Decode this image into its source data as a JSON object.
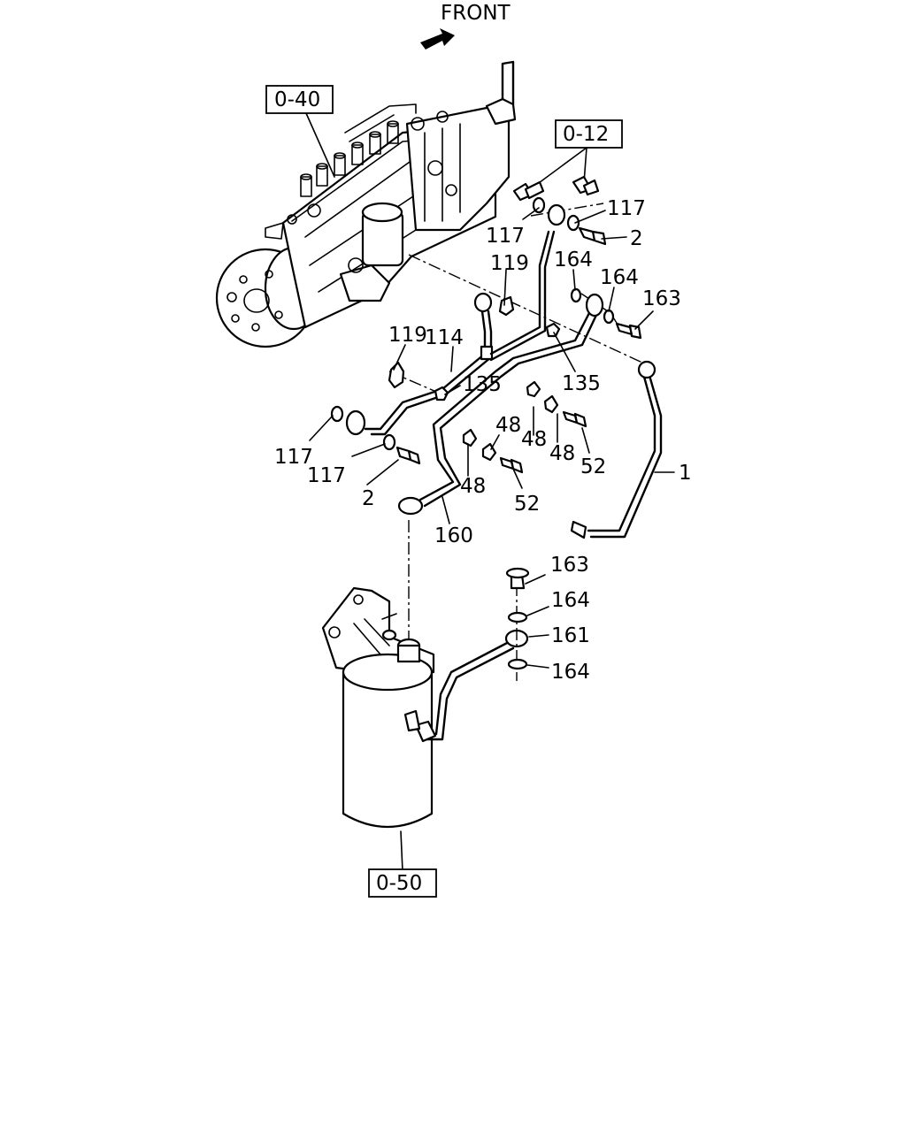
{
  "orientation_label": "FRONT",
  "ref_boxes": {
    "pump": "0-40",
    "fitting": "0-12",
    "filter": "0-50"
  },
  "callouts": {
    "n117a": "117",
    "n117b": "117",
    "n117c": "117",
    "n117d": "117",
    "n2a": "2",
    "n2b": "2",
    "n119a": "119",
    "n119b": "119",
    "n164a": "164",
    "n164b": "164",
    "n164c": "164",
    "n164d": "164",
    "n163a": "163",
    "n163b": "163",
    "n114": "114",
    "n135a": "135",
    "n135b": "135",
    "n48a": "48",
    "n48b": "48",
    "n48c": "48",
    "n48d": "48",
    "n52a": "52",
    "n52b": "52",
    "n1": "1",
    "n160": "160",
    "n161": "161"
  }
}
